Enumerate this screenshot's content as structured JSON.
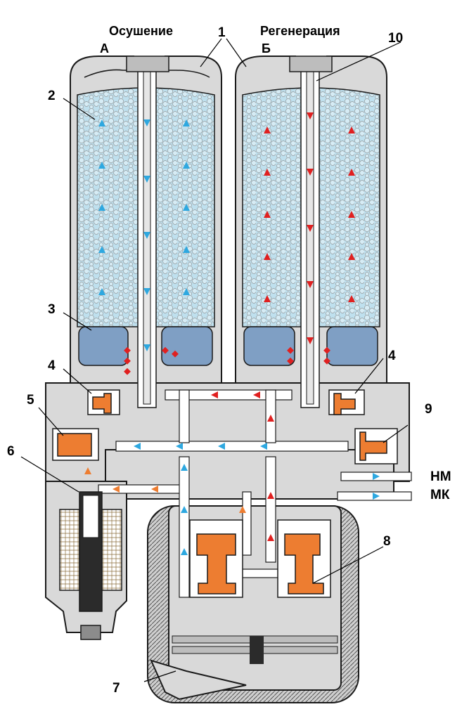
{
  "titles": {
    "left_mode": "Осушение",
    "left_letter": "А",
    "right_mode": "Регенерация",
    "right_letter": "Б"
  },
  "callouts": {
    "n1": "1",
    "n2": "2",
    "n3": "3",
    "n4_left": "4",
    "n4_right": "4",
    "n5": "5",
    "n6": "6",
    "n7": "7",
    "n8": "8",
    "n9": "9",
    "n10": "10"
  },
  "ports": {
    "nm": "НМ",
    "mk": "МК"
  },
  "colors": {
    "body": "#d9d9d9",
    "outline": "#1a1a1a",
    "desiccant": "#bfe0ee",
    "filter": "#7f9fc4",
    "piston": "#ed7d31",
    "flow_dry": "#2ea8e0",
    "flow_regen": "#e02020",
    "flow_control": "#ed7d31",
    "coil": "#2b2b2b"
  }
}
